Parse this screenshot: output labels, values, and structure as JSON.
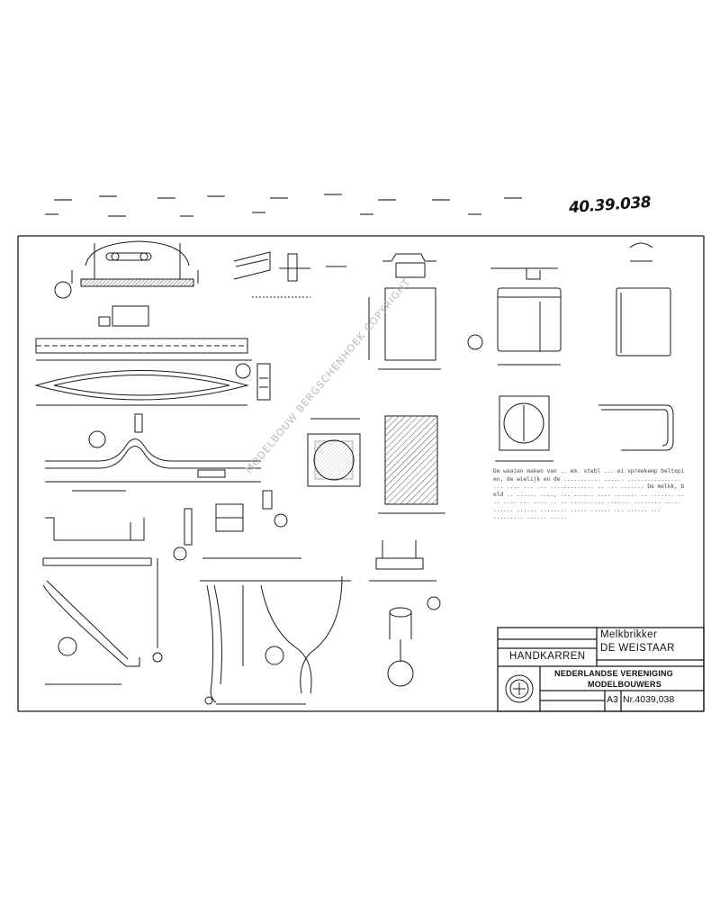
{
  "drawing_ref": "40.39.038",
  "watermark": "MODELBOUW BERGSCHENHOEK COPYRIGHT",
  "title_block": {
    "small_header_1": "",
    "small_header_2": "",
    "subject_label": "HANDKARREN",
    "model_line_1": "Melkbrikker",
    "model_line_2": "DE WEISTAAR",
    "small_right_info": "",
    "org_line_1": "NEDERLANDSE VERENIGING",
    "org_line_2": "MODELBOUWERS",
    "sheet_size": "A3",
    "drawing_number": "Nr.4039,038"
  },
  "notes_text": "De waaien maken van .. em. stebl ... ei spreekemp beltopien, de wielijk en de ........... ...... ................ ... .... ... ... ............. .. ... ....... De melkk, beld .. ...... ...., ... ...... .... ....... .. ....... .. .. .... ... .... .. .. .......... ....... ........ ..... ...... ...... ........ ..... ...... ... ...... ... ......... ...... .....",
  "colors": {
    "line": "#1a1a1a",
    "hatch": "#555555",
    "watermark": "#b8b8b8"
  }
}
